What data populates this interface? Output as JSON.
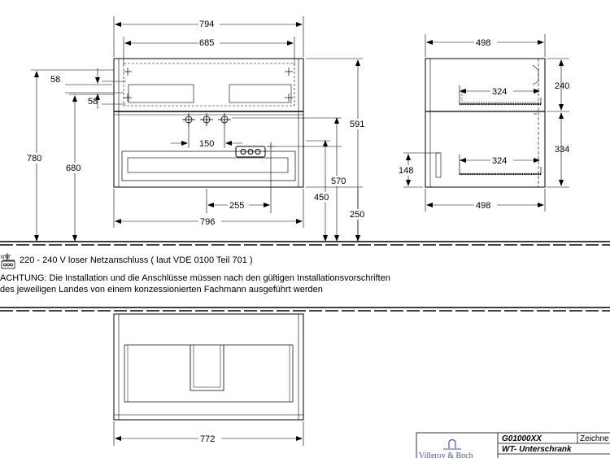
{
  "dimensions": {
    "width_top": "794",
    "width_inner": "685",
    "top_margin_1": "58",
    "top_margin_2": "58",
    "total_height": "780",
    "height_680": "680",
    "holes_spacing": "150",
    "height_591": "591",
    "height_570": "570",
    "height_450": "450",
    "height_250": "250",
    "offset_255": "255",
    "width_bottom": "796",
    "side_depth_top": "498",
    "side_depth_bottom": "498",
    "side_drawer_upper": "324",
    "side_drawer_lower": "324",
    "side_height_240": "240",
    "side_height_334": "334",
    "side_height_148": "148",
    "plan_width": "772"
  },
  "notes": {
    "power": "220 - 240 V loser Netzanschluss ( laut VDE 0100 Teil 701 )",
    "warning_line1": "ACHTUNG: Die Installation und die Anschlüsse müssen nach den gültigen Installationsvorschriften",
    "warning_line2": "des jeweiligen Landes von einem konzessionierten Fachmann ausgeführt werden"
  },
  "title_block": {
    "article_no": "G01000XX",
    "label_zeichn": "Zeichne",
    "description": "WT- Unterschrank",
    "brand": "Villeroy & Boch"
  },
  "icons": [
    "electrical-outlet-icon"
  ]
}
